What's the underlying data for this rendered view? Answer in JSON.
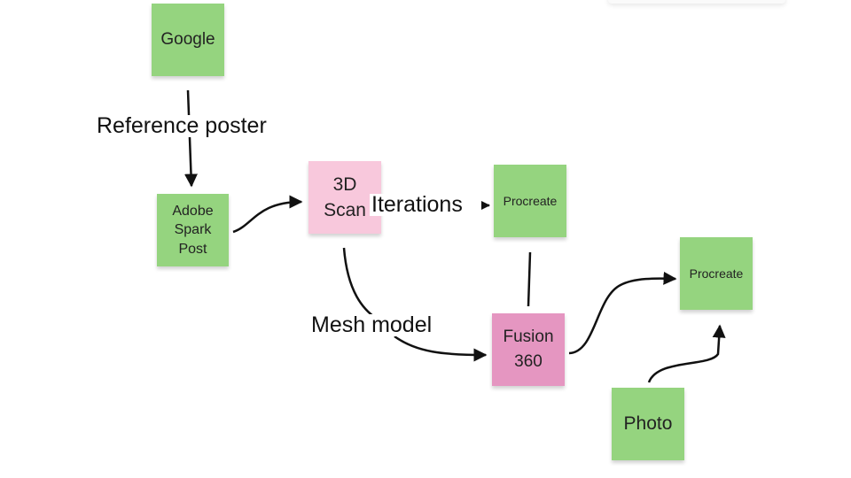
{
  "notes": {
    "google": "Google",
    "adobe_spark_post": "Adobe Spark Post",
    "scan_3d": "3D Scan",
    "procreate_top": "Procreate",
    "fusion_360": "Fusion 360",
    "procreate_right": "Procreate",
    "photo": "Photo"
  },
  "edge_labels": {
    "reference_poster": "Reference poster",
    "iterations": "Iterations",
    "mesh_model": "Mesh model"
  },
  "colors": {
    "green_note": "#95d47f",
    "light_pink_note": "#f8c8dc",
    "pink_note": "#e596c1",
    "connector": "#111111"
  }
}
